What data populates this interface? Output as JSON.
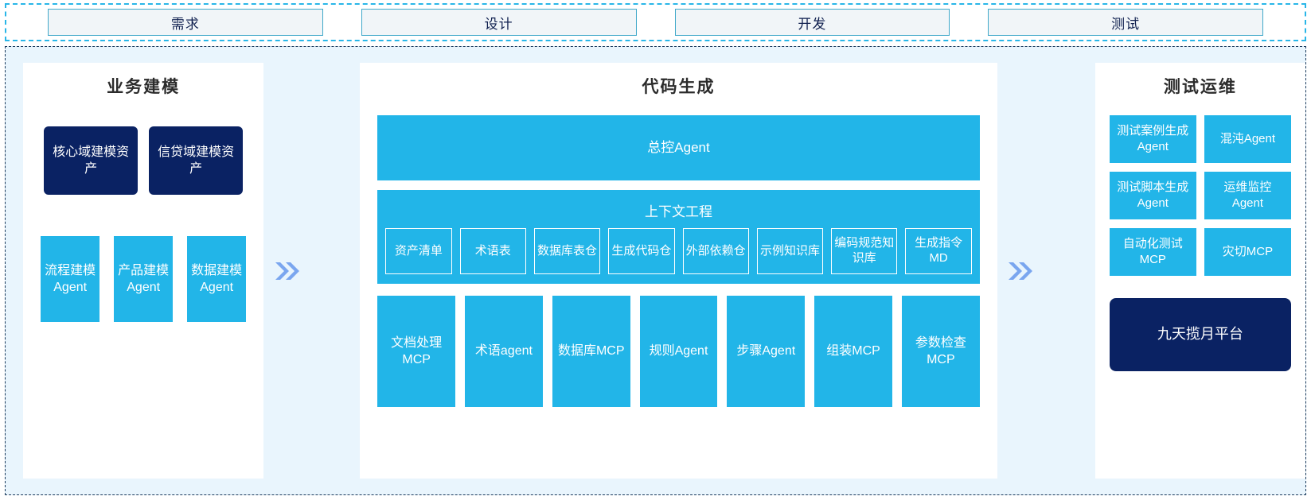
{
  "phases": {
    "items": [
      {
        "label": "需求"
      },
      {
        "label": "设计"
      },
      {
        "label": "开发"
      },
      {
        "label": "测试"
      }
    ]
  },
  "arrows": {
    "glyph": "»",
    "color": "#7aa6ef"
  },
  "colors": {
    "cyan": "#22b5e8",
    "navy": "#0a2263",
    "panel_background": "#ffffff",
    "region_background": "#e9f5fd",
    "phase_border": "#3fa8c9",
    "phase_fill": "#f1f5f8"
  },
  "left_panel": {
    "title": "业务建模",
    "assets": [
      {
        "label": "核心域建模资产"
      },
      {
        "label": "信贷域建模资产"
      }
    ],
    "agents": [
      {
        "label": "流程建模Agent"
      },
      {
        "label": "产品建模Agent"
      },
      {
        "label": "数据建模Agent"
      }
    ]
  },
  "center_panel": {
    "title": "代码生成",
    "master_agent": {
      "label": "总控Agent"
    },
    "context": {
      "title": "上下文工程",
      "items": [
        {
          "label": "资产清单"
        },
        {
          "label": "术语表"
        },
        {
          "label": "数据库表仓"
        },
        {
          "label": "生成代码仓"
        },
        {
          "label": "外部依赖仓"
        },
        {
          "label": "示例知识库"
        },
        {
          "label": "编码规范知识库"
        },
        {
          "label": "生成指令MD"
        }
      ]
    },
    "tools": [
      {
        "label": "文档处理MCP"
      },
      {
        "label": "术语agent"
      },
      {
        "label": "数据库MCP"
      },
      {
        "label": "规则Agent"
      },
      {
        "label": "步骤Agent"
      },
      {
        "label": "组装MCP"
      },
      {
        "label": "参数检查MCP"
      }
    ]
  },
  "right_panel": {
    "title": "测试运维",
    "items": [
      {
        "label": "测试案例生成Agent"
      },
      {
        "label": "混沌Agent"
      },
      {
        "label": "测试脚本生成Agent"
      },
      {
        "label": "运维监控Agent"
      },
      {
        "label": "自动化测试MCP"
      },
      {
        "label": "灾切MCP"
      }
    ],
    "platform": {
      "label": "九天揽月平台"
    }
  }
}
